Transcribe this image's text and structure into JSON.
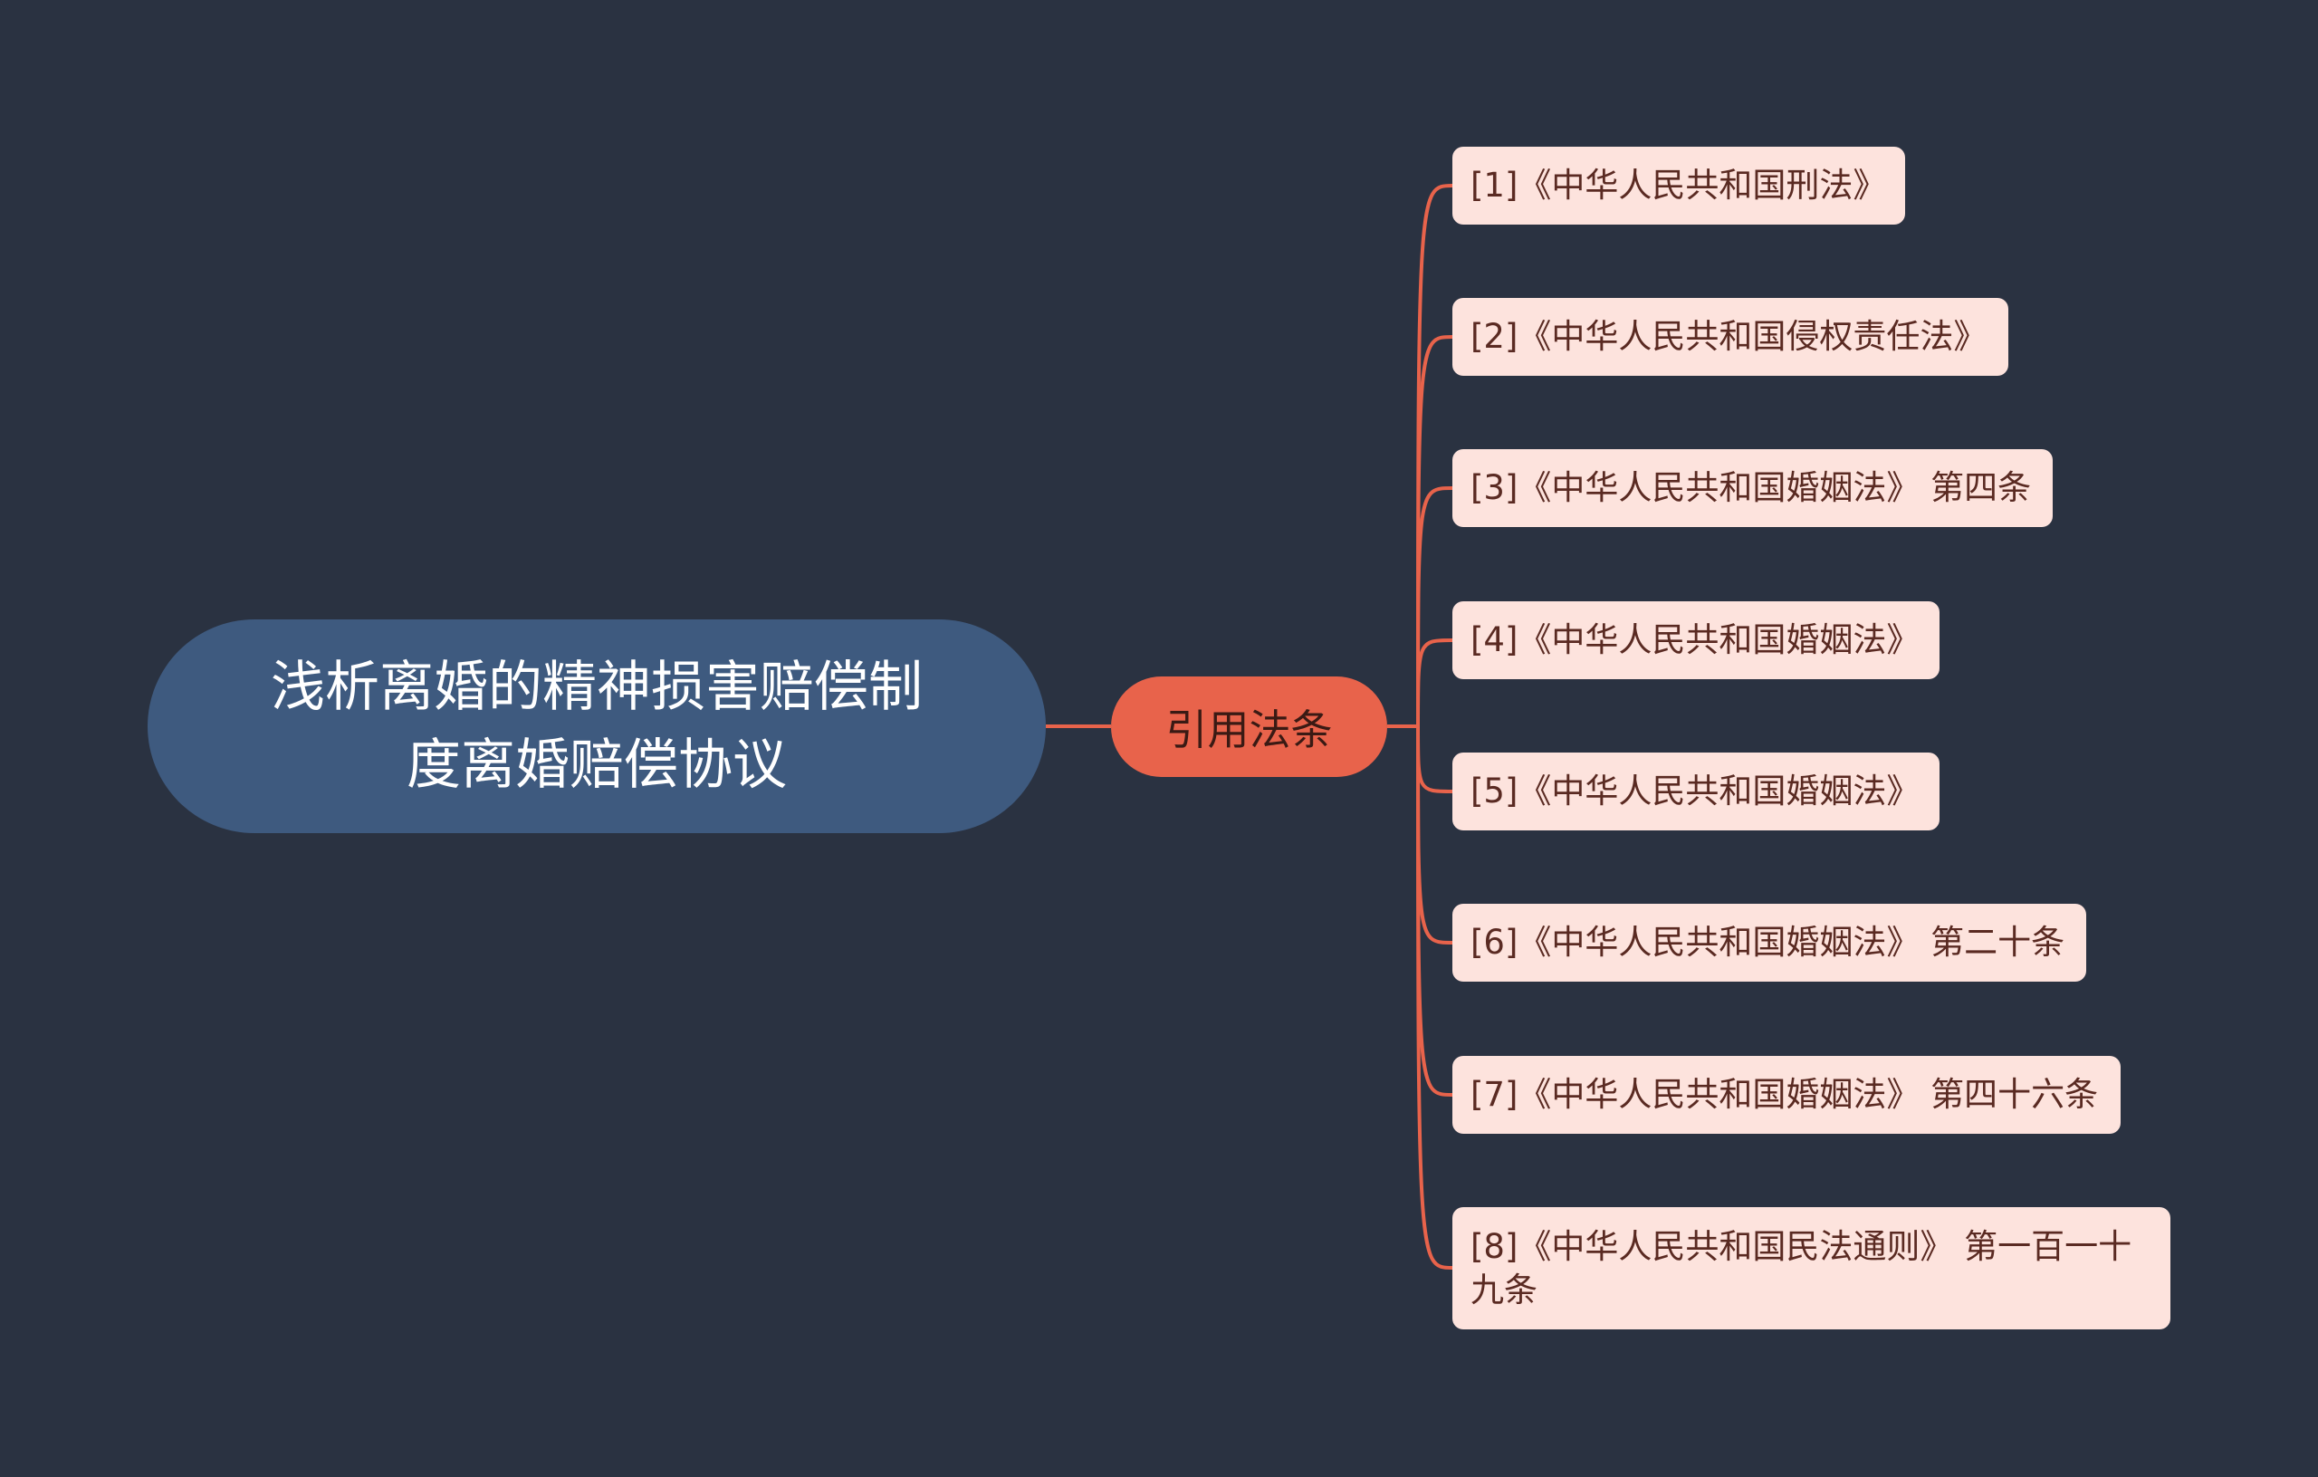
{
  "root": {
    "label": "浅析离婚的精神损害赔偿制度离婚赔偿协议"
  },
  "branch": {
    "label": "引用法条"
  },
  "leaves": [
    "[1]《中华人民共和国刑法》",
    "[2]《中华人民共和国侵权责任法》",
    "[3]《中华人民共和国婚姻法》 第四条",
    "[4]《中华人民共和国婚姻法》",
    "[5]《中华人民共和国婚姻法》",
    "[6]《中华人民共和国婚姻法》 第二十条",
    "[7]《中华人民共和国婚姻法》 第四十六条",
    "[8]《中华人民共和国民法通则》 第一百一十九条"
  ],
  "colors": {
    "background": "#2a3241",
    "root_fill": "#3e5a7f",
    "branch_fill": "#e8634b",
    "leaf_fill": "#fde3dd",
    "connector": "#e8634b"
  }
}
